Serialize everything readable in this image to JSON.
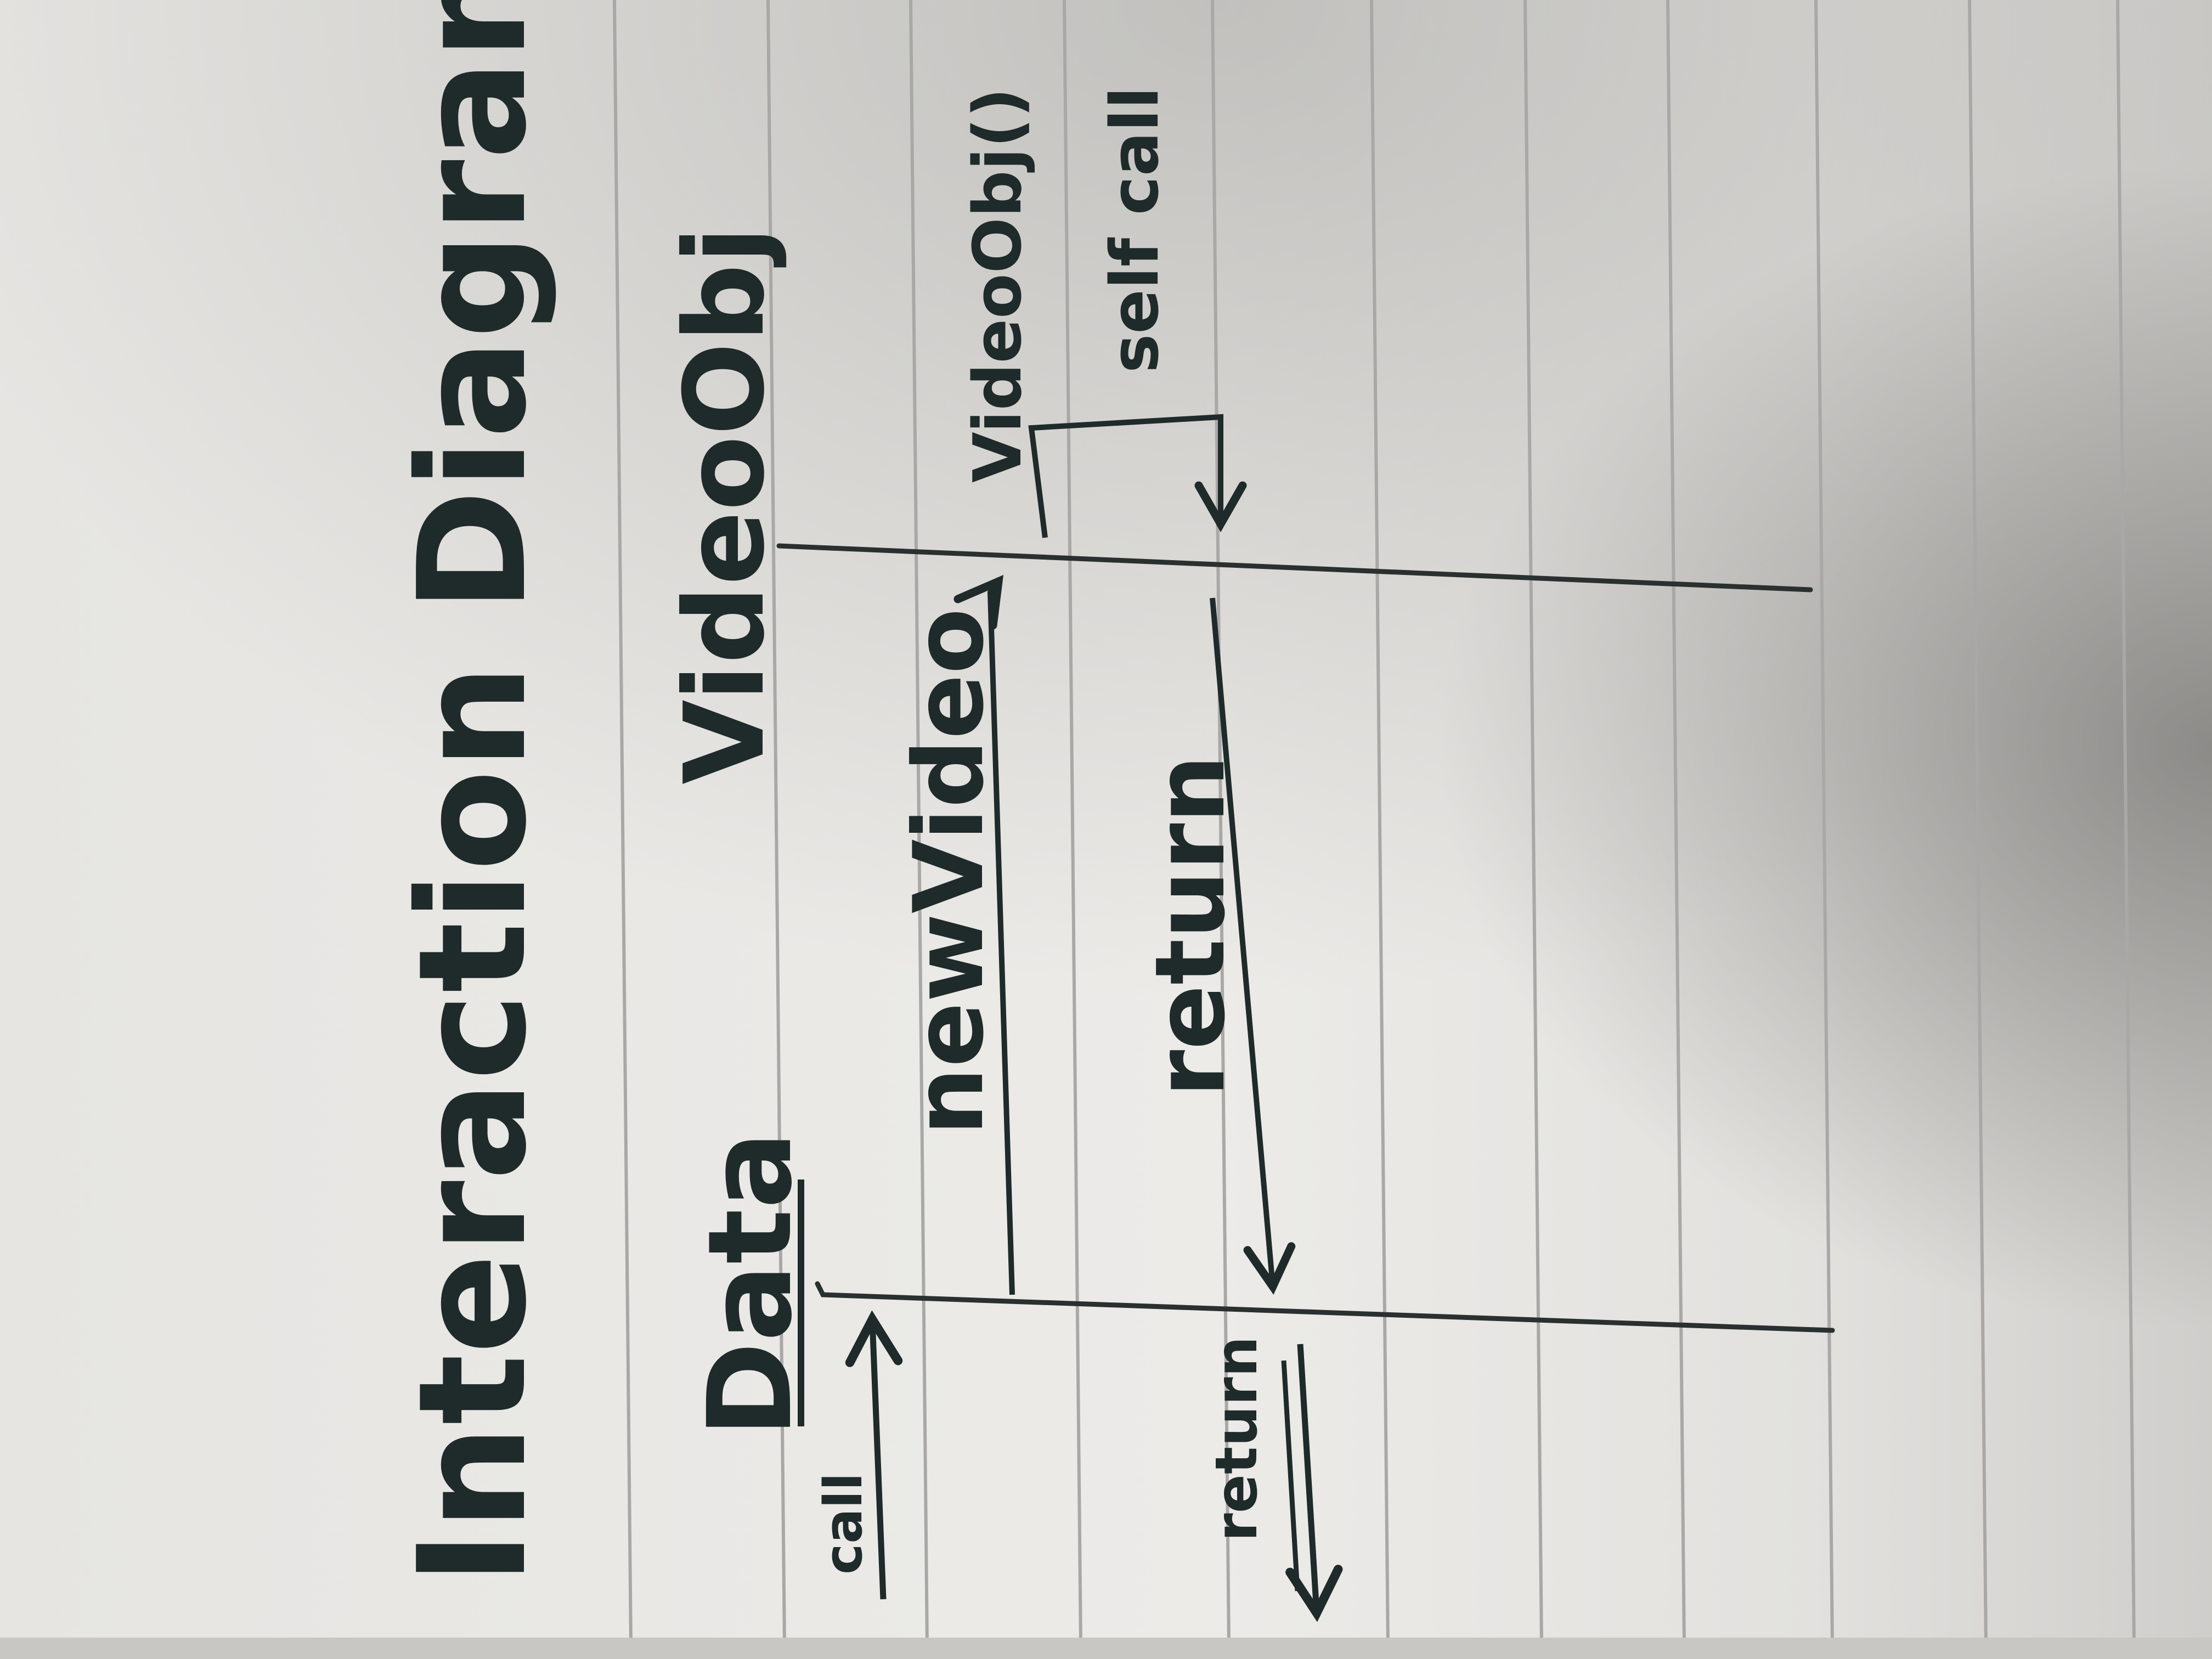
{
  "diagram": {
    "title": "Interaction Diagram of a Vi",
    "objects": {
      "data": {
        "label": "Data"
      },
      "video_obj": {
        "label": "VideoObj"
      }
    },
    "messages": {
      "call": "call",
      "return_out": "return",
      "new_video": "newVideo",
      "return_back": "return",
      "constructor": "VideoObj()",
      "self_call": "self call"
    }
  },
  "colors": {
    "paper": "#ecebe8",
    "paper_shadow": "#bdbcb8",
    "rule_line": "#a9a8a6",
    "ink": "#1f2a2a"
  }
}
